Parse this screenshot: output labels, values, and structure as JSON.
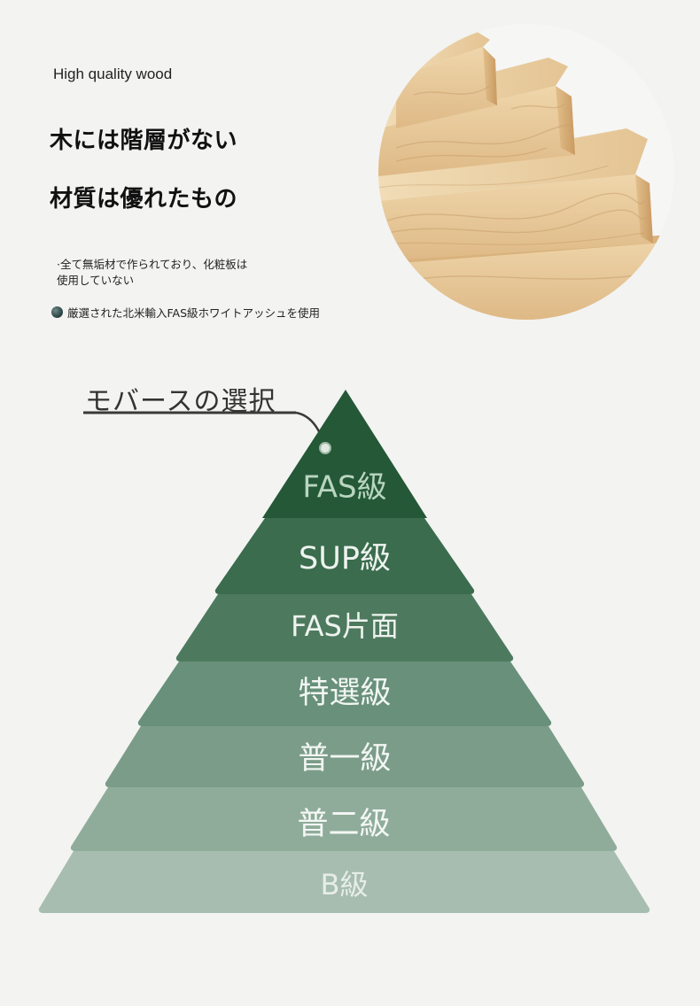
{
  "header": {
    "eyebrow": "High quality wood",
    "headline_1": "木には階層がない",
    "headline_2": "材質は優れたもの"
  },
  "notes": {
    "line_1": "·全て無垢材で作られており、化粧板は",
    "line_2": "使用していない",
    "source": "厳選された北米輸入FAS級ホワイトアッシュを使用"
  },
  "pyramid": {
    "pointer_label": "モバースの選択",
    "tiers": [
      {
        "label": "FAS級",
        "color": "#245836",
        "text_color": "#b9d5c0"
      },
      {
        "label": "SUP級",
        "color": "#3a6c4d",
        "text_color": "#eef3ef"
      },
      {
        "label": "FAS片面",
        "color": "#4d7a5e",
        "text_color": "#eef3ef"
      },
      {
        "label": "特選級",
        "color": "#68907a",
        "text_color": "#f2f6f3"
      },
      {
        "label": "普一級",
        "color": "#7b9c89",
        "text_color": "#f2f6f3"
      },
      {
        "label": "普二級",
        "color": "#8fac9a",
        "text_color": "#f4f7f5"
      },
      {
        "label": "B級",
        "color": "#a7bdb0",
        "text_color": "#e6ede9"
      }
    ]
  },
  "colors": {
    "background": "#f3f3f2",
    "wood_light": "#e9cfa2",
    "wood_dark": "#c99d63"
  },
  "icons": {
    "source_marker": "globe-dot-icon",
    "pointer": "pointer-dot-icon"
  }
}
